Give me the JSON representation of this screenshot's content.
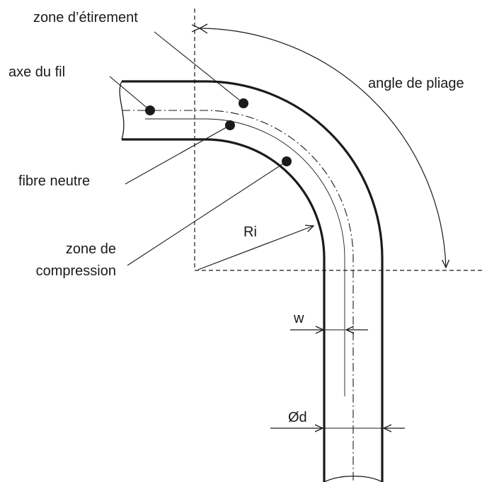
{
  "labels": {
    "zone_etirement": "zone d’étirement",
    "axe_fil": "axe du fil",
    "angle_pliage": "angle de pliage",
    "fibre_neutre": "fibre neutre",
    "zone_compression_line1": "zone de",
    "zone_compression_line2": "compression",
    "ri": "Ri",
    "w": "w",
    "diameter": "Ød"
  },
  "colors": {
    "stroke": "#1a1a1a",
    "background": "#ffffff"
  }
}
